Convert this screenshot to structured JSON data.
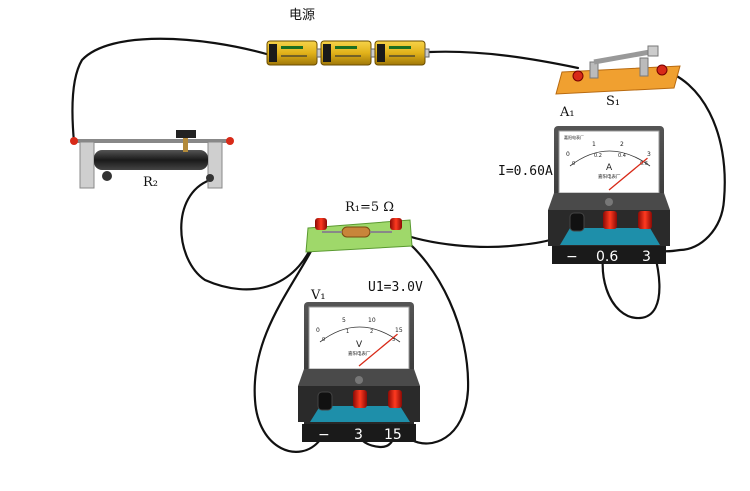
{
  "labels": {
    "source": "电源",
    "switch": "S₁",
    "ammeter": "A₁",
    "current_reading": "I=0.60A",
    "rheostat": "R₂",
    "resistor": "R₁=5 Ω",
    "voltage_reading": "U1=3.0V",
    "voltmeter": "V₁"
  },
  "ammeter": {
    "scale_top": [
      "0",
      "1",
      "2",
      "3"
    ],
    "scale_bottom": [
      "0",
      "0.2",
      "0.4",
      "0.6"
    ],
    "unit": "A",
    "maker": "嘉阳电表厂",
    "terminals": [
      "−",
      "0.6",
      "3"
    ],
    "reading_fraction": 1.0
  },
  "voltmeter": {
    "scale_top": [
      "0",
      "5",
      "10",
      "15"
    ],
    "scale_bottom": [
      "0",
      "1",
      "2",
      "3"
    ],
    "unit": "V",
    "maker": "嘉阳电表厂",
    "terminals": [
      "−",
      "3",
      "15"
    ],
    "reading_fraction": 1.0
  },
  "battery_count": 3,
  "colors": {
    "wire": "#111111",
    "battery": "#e8b820",
    "board_green": "#9fd86a",
    "switch_board": "#f0a030",
    "terminal_red": "#cc1a10",
    "meter_body": "#2a2a2a"
  }
}
